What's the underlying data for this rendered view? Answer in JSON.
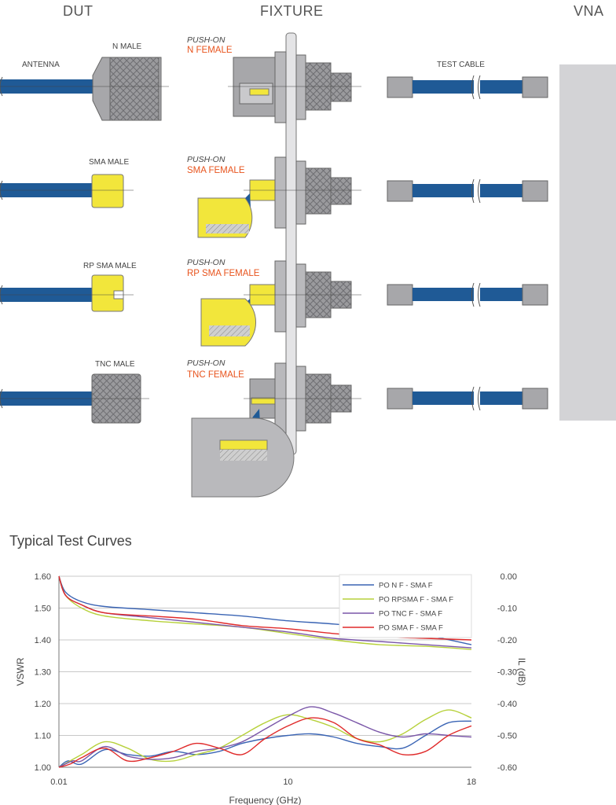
{
  "headers": {
    "dut": "DUT",
    "fixture": "FIXTURE",
    "vna": "VNA"
  },
  "rows": [
    {
      "dut_label": "N MALE",
      "push_on": "PUSH-ON",
      "female": "N FEMALE"
    },
    {
      "dut_label": "SMA MALE",
      "push_on": "PUSH-ON",
      "female": "SMA FEMALE"
    },
    {
      "dut_label": "RP SMA MALE",
      "push_on": "PUSH-ON",
      "female": "RP SMA FEMALE"
    },
    {
      "dut_label": "TNC MALE",
      "push_on": "PUSH-ON",
      "female": "TNC FEMALE"
    }
  ],
  "antenna_label": "ANTENNA",
  "test_cable_label": "TEST CABLE",
  "curves_title": "Typical Test Curves",
  "colors": {
    "cable": "#1f5a96",
    "gold": "#f2e63b",
    "metal": "#a7a7aa",
    "orange": "#e8541e",
    "vna": "#d3d3d6"
  },
  "chart_data": {
    "type": "line",
    "title": "Typical Test Curves",
    "xlabel": "Frequency (GHz)",
    "ylabel": "VSWR",
    "y2label": "IL (dB)",
    "xticks": [
      "0.01",
      "10",
      "18"
    ],
    "yticks": [
      "1.00",
      "1.10",
      "1.20",
      "1.30",
      "1.40",
      "1.50",
      "1.60"
    ],
    "y2ticks": [
      "0.00",
      "-0.10",
      "-0.20",
      "-0.30",
      "-0.40",
      "-0.50",
      "-0.60"
    ],
    "ylim": [
      1.0,
      1.6
    ],
    "y2lim": [
      -0.6,
      0.0
    ],
    "xlim": [
      0.01,
      18
    ],
    "legend_position": "top-right",
    "grid": true,
    "series": [
      {
        "name": "PO N F - SMA F",
        "color": "#3a64b4",
        "vswr": [
          [
            0.01,
            1.0
          ],
          [
            0.4,
            1.02
          ],
          [
            1,
            1.01
          ],
          [
            2,
            1.055
          ],
          [
            3,
            1.04
          ],
          [
            4,
            1.035
          ],
          [
            5,
            1.05
          ],
          [
            6,
            1.04
          ],
          [
            7,
            1.05
          ],
          [
            8,
            1.075
          ],
          [
            9,
            1.09
          ],
          [
            10,
            1.1
          ],
          [
            11,
            1.105
          ],
          [
            12,
            1.095
          ],
          [
            13,
            1.075
          ],
          [
            14,
            1.065
          ],
          [
            15,
            1.06
          ],
          [
            16,
            1.1
          ],
          [
            17,
            1.14
          ],
          [
            18,
            1.145
          ]
        ],
        "il": [
          [
            0.01,
            0.0
          ],
          [
            0.3,
            -0.05
          ],
          [
            1,
            -0.08
          ],
          [
            2,
            -0.095
          ],
          [
            4,
            -0.105
          ],
          [
            6,
            -0.115
          ],
          [
            8,
            -0.125
          ],
          [
            10,
            -0.14
          ],
          [
            12,
            -0.15
          ],
          [
            14,
            -0.165
          ],
          [
            16,
            -0.185
          ],
          [
            18,
            -0.215
          ]
        ]
      },
      {
        "name": "PO RPSMA F - SMA F",
        "color": "#b7d13b",
        "vswr": [
          [
            0.01,
            1.0
          ],
          [
            0.5,
            1.02
          ],
          [
            1,
            1.04
          ],
          [
            2,
            1.08
          ],
          [
            3,
            1.06
          ],
          [
            4,
            1.025
          ],
          [
            5,
            1.02
          ],
          [
            6,
            1.04
          ],
          [
            7,
            1.06
          ],
          [
            8,
            1.1
          ],
          [
            9,
            1.14
          ],
          [
            10,
            1.165
          ],
          [
            11,
            1.15
          ],
          [
            12,
            1.125
          ],
          [
            13,
            1.09
          ],
          [
            14,
            1.08
          ],
          [
            15,
            1.105
          ],
          [
            16,
            1.15
          ],
          [
            17,
            1.18
          ],
          [
            18,
            1.155
          ]
        ],
        "il": [
          [
            0.01,
            0.0
          ],
          [
            0.3,
            -0.06
          ],
          [
            1,
            -0.1
          ],
          [
            2,
            -0.125
          ],
          [
            4,
            -0.14
          ],
          [
            6,
            -0.15
          ],
          [
            8,
            -0.16
          ],
          [
            10,
            -0.18
          ],
          [
            12,
            -0.2
          ],
          [
            14,
            -0.215
          ],
          [
            16,
            -0.22
          ],
          [
            18,
            -0.23
          ]
        ]
      },
      {
        "name": "PO TNC F - SMA F",
        "color": "#7a56a8",
        "vswr": [
          [
            0.01,
            1.0
          ],
          [
            0.6,
            1.02
          ],
          [
            1,
            1.02
          ],
          [
            2,
            1.065
          ],
          [
            3,
            1.035
          ],
          [
            4,
            1.025
          ],
          [
            5,
            1.03
          ],
          [
            6,
            1.05
          ],
          [
            7,
            1.06
          ],
          [
            8,
            1.08
          ],
          [
            9,
            1.12
          ],
          [
            10,
            1.16
          ],
          [
            11,
            1.19
          ],
          [
            12,
            1.17
          ],
          [
            13,
            1.14
          ],
          [
            14,
            1.11
          ],
          [
            15,
            1.095
          ],
          [
            16,
            1.105
          ],
          [
            17,
            1.1
          ],
          [
            18,
            1.095
          ]
        ],
        "il": [
          [
            0.01,
            0.0
          ],
          [
            0.3,
            -0.06
          ],
          [
            1,
            -0.09
          ],
          [
            2,
            -0.115
          ],
          [
            4,
            -0.13
          ],
          [
            6,
            -0.145
          ],
          [
            8,
            -0.16
          ],
          [
            10,
            -0.175
          ],
          [
            12,
            -0.195
          ],
          [
            14,
            -0.205
          ],
          [
            16,
            -0.215
          ],
          [
            18,
            -0.225
          ]
        ]
      },
      {
        "name": "PO SMA F - SMA F",
        "color": "#e02a2a",
        "vswr": [
          [
            0.01,
            1.0
          ],
          [
            0.5,
            1.01
          ],
          [
            1,
            1.03
          ],
          [
            2,
            1.06
          ],
          [
            3,
            1.02
          ],
          [
            4,
            1.03
          ],
          [
            5,
            1.05
          ],
          [
            6,
            1.075
          ],
          [
            7,
            1.06
          ],
          [
            8,
            1.04
          ],
          [
            9,
            1.09
          ],
          [
            10,
            1.13
          ],
          [
            11,
            1.155
          ],
          [
            12,
            1.14
          ],
          [
            13,
            1.09
          ],
          [
            14,
            1.07
          ],
          [
            15,
            1.04
          ],
          [
            16,
            1.05
          ],
          [
            17,
            1.1
          ],
          [
            18,
            1.13
          ]
        ],
        "il": [
          [
            0.01,
            0.0
          ],
          [
            0.3,
            -0.06
          ],
          [
            1,
            -0.09
          ],
          [
            2,
            -0.115
          ],
          [
            4,
            -0.125
          ],
          [
            6,
            -0.135
          ],
          [
            8,
            -0.155
          ],
          [
            10,
            -0.165
          ],
          [
            12,
            -0.18
          ],
          [
            14,
            -0.19
          ],
          [
            16,
            -0.195
          ],
          [
            18,
            -0.2
          ]
        ]
      }
    ]
  }
}
